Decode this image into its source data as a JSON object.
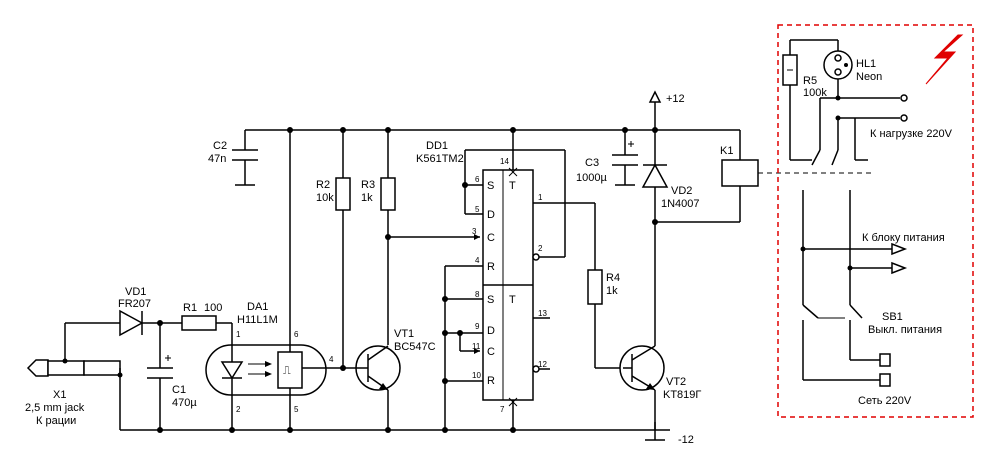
{
  "labels": {
    "c2_name": "C2",
    "c2_val": "47n",
    "r2_name": "R2",
    "r2_val": "10k",
    "r3_name": "R3",
    "r3_val": "1k",
    "dd1_name": "DD1",
    "dd1_type": "K561TM2",
    "c3_name": "C3",
    "c3_val": "1000µ",
    "vd2_name": "VD2",
    "vd2_type": "1N4007",
    "k1_name": "K1",
    "plus12": "+12",
    "minus12": "-12",
    "r4_name": "R4",
    "r4_val": "1k",
    "vt2_name": "VT2",
    "vt2_type": "KT819Г",
    "vt1_name": "VT1",
    "vt1_type": "BC547C",
    "da1_name": "DA1",
    "da1_type": "H11L1M",
    "r1_name": "R1",
    "r1_val": "100",
    "vd1_name": "VD1",
    "vd1_type": "FR207",
    "c1_name": "C1",
    "c1_val": "470µ",
    "x1_name": "X1",
    "x1_desc1": "2,5 mm jack",
    "x1_desc2": "К рации",
    "r5_name": "R5",
    "r5_val": "100k",
    "hl1_name": "HL1",
    "hl1_type": "Neon",
    "load": "К нагрузке 220V",
    "psu": "К блоку питания",
    "sb1_name": "SB1",
    "sb1_desc": "Выкл. питания",
    "mains": "Сеть 220V"
  },
  "pins": {
    "p14": "14",
    "p6": "6",
    "p5": "5",
    "p3": "3",
    "p4": "4",
    "p1": "1",
    "p2": "2",
    "p8": "8",
    "p9": "9",
    "p11": "11",
    "p10": "10",
    "p13": "13",
    "p12": "12",
    "p7": "7",
    "da_1": "1",
    "da_2": "2",
    "da_6": "6",
    "da_5": "5",
    "da_4": "4"
  },
  "trigger_pins": {
    "s1": "S",
    "d1": "D",
    "c1": "C",
    "r1": "R",
    "t1": "T",
    "s2": "S",
    "d2": "D",
    "c2": "C",
    "r2": "R",
    "t2": "T"
  },
  "schmitt_symbol": "⎍",
  "colors": {
    "wire": "#000000",
    "enclosure": "#e00000",
    "lightning": "#e00000"
  }
}
